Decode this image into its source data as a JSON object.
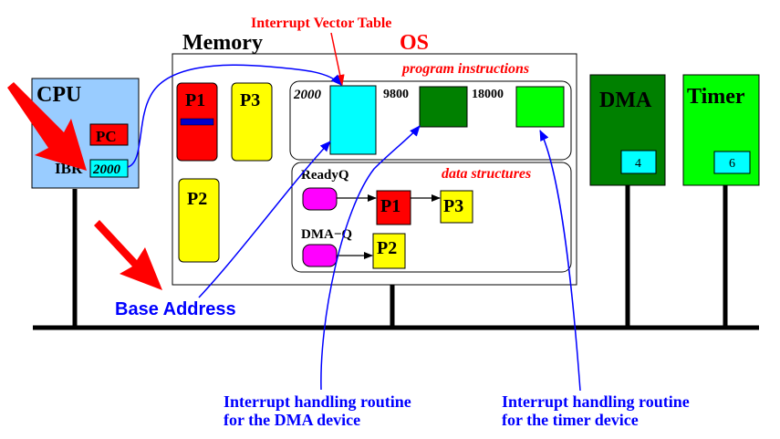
{
  "labels": {
    "ivt": "Interrupt Vector Table",
    "memory": "Memory",
    "os": "OS",
    "program_instructions": "program instructions",
    "data_structures": "data structures",
    "cpu": "CPU",
    "pc": "PC",
    "ibr": "IBR",
    "ibr_value": "2000",
    "addr_2000": "2000",
    "addr_9800": "9800",
    "addr_18000": "18000",
    "p1": "P1",
    "p2": "P2",
    "p3": "P3",
    "readyq": "ReadyQ",
    "dmaq": "DMA−Q",
    "q_p1": "P1",
    "q_p3": "P3",
    "q_p2": "P2",
    "dma": "DMA",
    "dma_num": "4",
    "timer": "Timer",
    "timer_num": "6",
    "base_address": "Base Address",
    "dma_routine_1": "Interrupt handling routine",
    "dma_routine_2": "for the DMA device",
    "timer_routine_1": "Interrupt handling routine",
    "timer_routine_2": "for the timer device"
  },
  "colors": {
    "red": "#ff0000",
    "yellow": "#ffff00",
    "cyan": "#00ffff",
    "dark_green": "#008000",
    "light_green": "#00ff00",
    "magenta": "#ff00ff",
    "cpu_blue": "#99ccff",
    "arrow_blue": "#0000ff",
    "bus_black": "#000000"
  }
}
